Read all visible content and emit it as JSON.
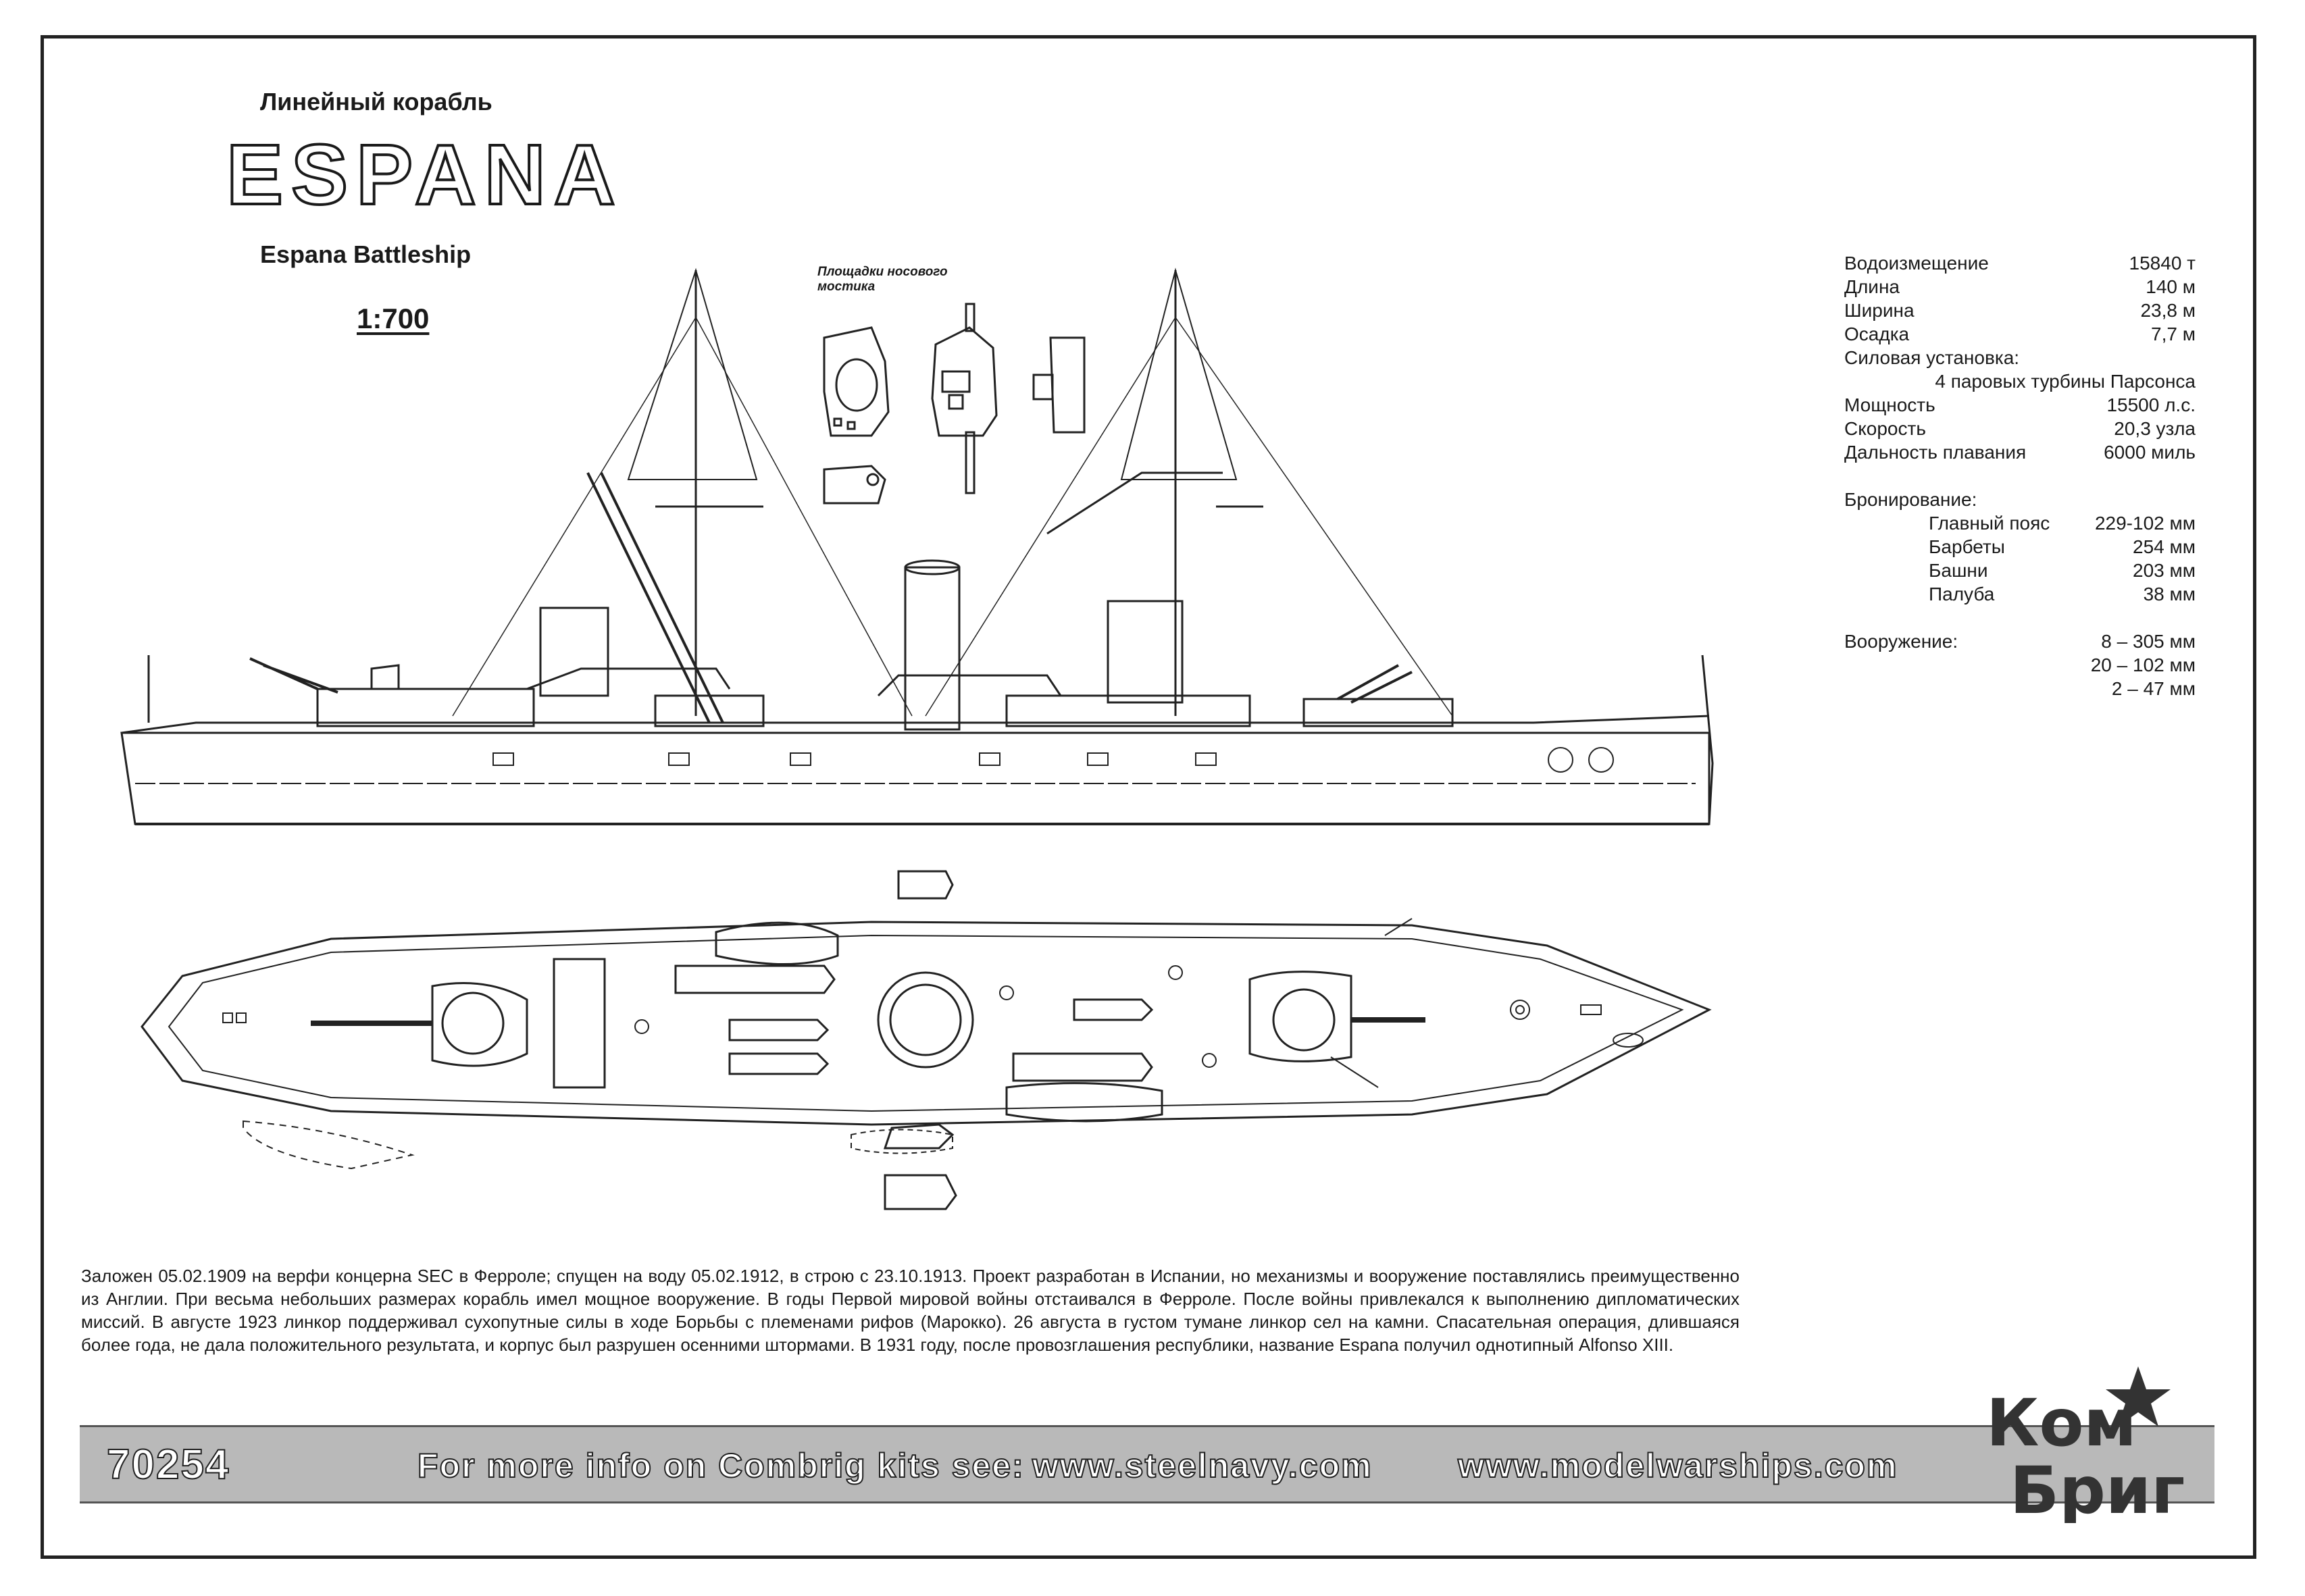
{
  "header": {
    "title_ru": "Линейный корабль",
    "title_main": "ESPANA",
    "title_en": "Espana Battleship",
    "scale": "1:700"
  },
  "bridge_caption": "Площадки носового мостика",
  "specs": {
    "displacement": {
      "label": "Водоизмещение",
      "value": "15840 т"
    },
    "length": {
      "label": "Длина",
      "value": "140 м"
    },
    "beam": {
      "label": "Ширина",
      "value": "23,8 м"
    },
    "draught": {
      "label": "Осадка",
      "value": "7,7 м"
    },
    "powerplant": {
      "label": "Силовая установка:",
      "value": "4 паровых турбины Парсонса"
    },
    "power": {
      "label": "Мощность",
      "value": "15500 л.с."
    },
    "speed": {
      "label": "Скорость",
      "value": "20,3 узла"
    },
    "range": {
      "label": "Дальность плавания",
      "value": "6000 миль"
    },
    "armor_head": "Бронирование:",
    "armor": [
      {
        "label": "Главный пояс",
        "value": "229-102 мм"
      },
      {
        "label": "Барбеты",
        "value": "254 мм"
      },
      {
        "label": "Башни",
        "value": "203 мм"
      },
      {
        "label": "Палуба",
        "value": "38 мм"
      }
    ],
    "armament_head": "Вооружение:",
    "armament": [
      "8 – 305 мм",
      "20 – 102 мм",
      "2 – 47 мм"
    ]
  },
  "history": "Заложен 05.02.1909 на верфи концерна SEC в Ферроле; спущен на воду 05.02.1912, в строю с 23.10.1913. Проект разработан в Испании, но механизмы и вооружение поставлялись преимущественно из Англии. При весьма небольших размерах корабль имел мощное вооружение. В годы Первой мировой войны отстаивался в Ферроле. После войны привлекался к выполнению дипломатических миссий. В августе 1923 линкор поддерживал сухопутные силы в ходе Борьбы с племенами рифов (Марокко). 26 августа в густом тумане линкор сел на камни. Спасательная операция, длившаяся более года, не дала положительного результата, и корпус был разрушен осенними штормами. В 1931 году, после провозглашения республики, название Espana получил однотипный Alfonso XIII.",
  "footer": {
    "code": "70254",
    "more_info": "For more info on Combrig kits see:",
    "url1": "www.steelnavy.com",
    "url2": "www.modelwarships.com"
  },
  "logo": {
    "line1": "Ком",
    "line2": "Бриг"
  }
}
